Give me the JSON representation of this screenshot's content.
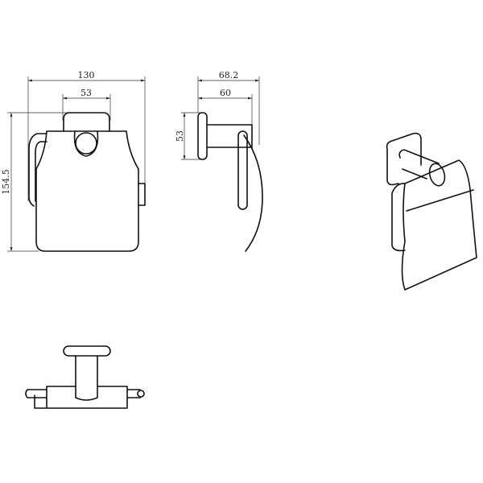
{
  "drawing": {
    "title": "Toilet paper holder technical drawing",
    "front_view": {
      "width_label": "130",
      "bracket_label": "53",
      "height_label": "154.5"
    },
    "side_view": {
      "depth_label": "68.2",
      "arm_label": "60",
      "plate_label": "53"
    },
    "colors": {
      "line": "#111111",
      "background": "#ffffff"
    }
  }
}
